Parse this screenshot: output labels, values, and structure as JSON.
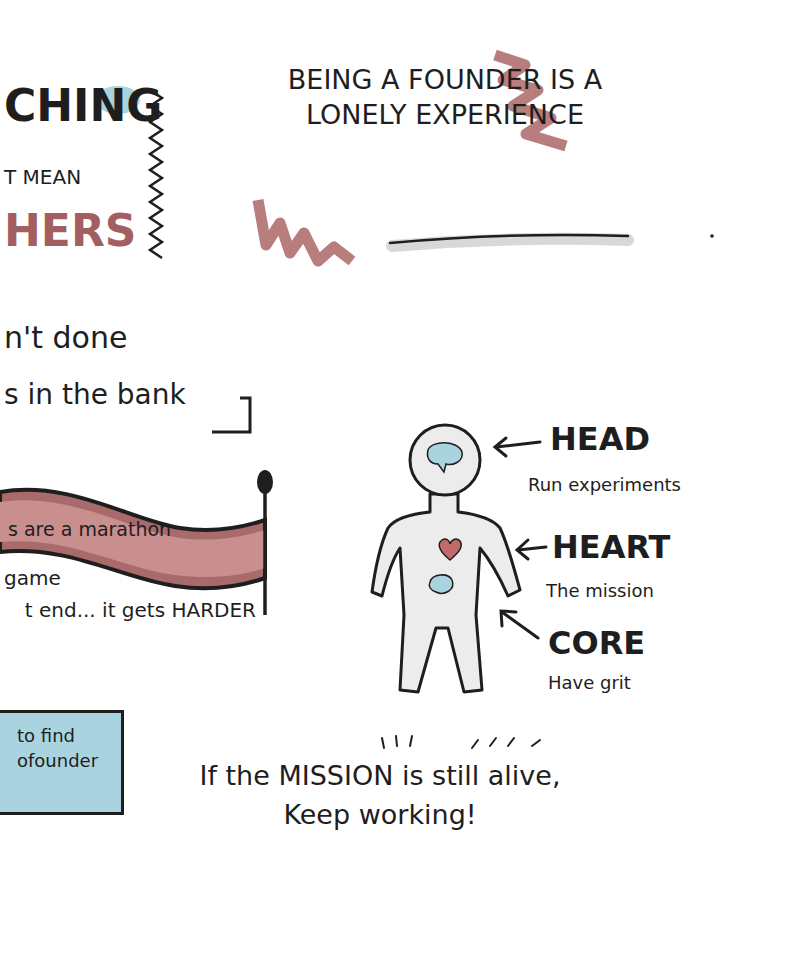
{
  "diagram": {
    "title": "BEING A FOUNDER IS A LONELY EXPERIENCE",
    "nodes": [
      {
        "text": [
          "s are a marathon"
        ]
      },
      {
        "text": [
          "to find ofounder"
        ]
      }
    ],
    "labels": [
      "CHING",
      "T MEAN",
      "HERS",
      "n't done",
      "s in the bank",
      "game",
      "t end... it gets HARDER",
      "HEAD",
      "Run experiments",
      "HEART",
      "The mission",
      "CORE",
      "Have grit",
      "If the MISSION is still alive, Keep working!"
    ]
  }
}
